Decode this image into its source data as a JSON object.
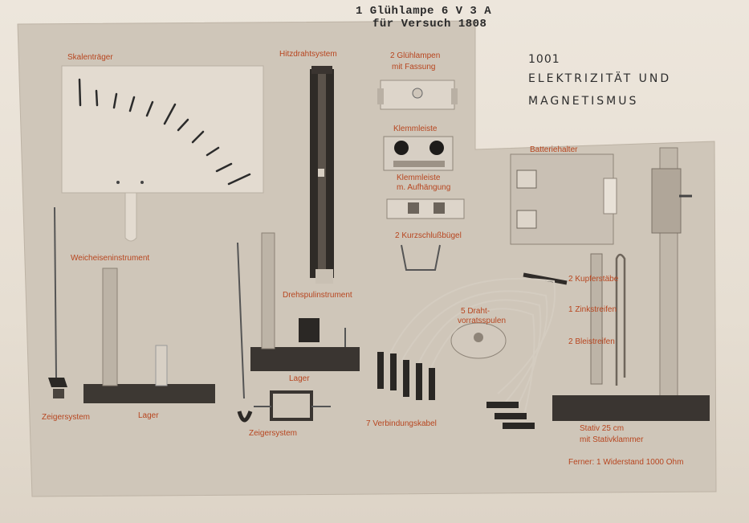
{
  "stamp": {
    "line1": "1 Glühlampe 6 V 3 A",
    "line2": "für Versuch 1808"
  },
  "heading": {
    "number": "1001",
    "title_line1": "ELEKTRIZITÄT UND",
    "title_line2": "MAGNETISMUS"
  },
  "labels": {
    "skalentraeger": "Skalenträger",
    "hitzdrahtsystem": "Hitzdrahtsystem",
    "gluehlampen": "2 Glühlampen",
    "mit_fassung": "mit Fassung",
    "klemmleiste": "Klemmleiste",
    "klemmleiste_aufh_1": "Klemmleiste",
    "klemmleiste_aufh_2": "m. Aufhängung",
    "kurzschlussbuegel": "2 Kurzschlußbügel",
    "batteriehalter": "Batteriehalter",
    "weicheiseninstrument": "Weicheiseninstrument",
    "drehspulinstrument": "Drehspulinstrument",
    "lager_mid": "Lager",
    "zeigersystem_left": "Zeigersystem",
    "lager_left": "Lager",
    "zeigersystem_mid": "Zeigersystem",
    "drahtvorrat_1": "5 Draht-",
    "drahtvorrat_2": "vorratsspulen",
    "verbindungskabel": "7 Verbindungskabel",
    "kupferstaebe": "2 Kupferstäbe",
    "zinkstreifen": "1 Zinkstreifen",
    "bleistreifen": "2 Bleistreifen",
    "stativ_1": "Stativ 25 cm",
    "stativ_2": "mit Stativklammer",
    "ferner": "Ferner: 1 Widerstand 1000 Ohm"
  }
}
